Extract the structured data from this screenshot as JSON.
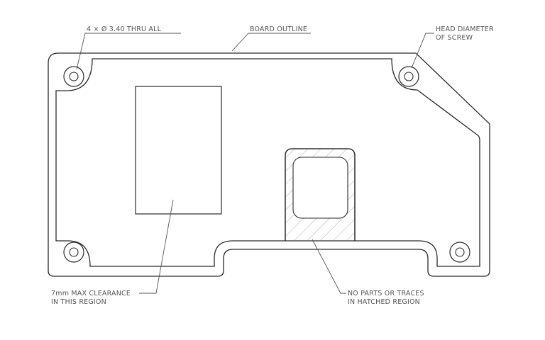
{
  "annotations": {
    "hole_callout": "4 × Ø 3.40 THRU ALL",
    "board_outline": "BOARD OUTLINE",
    "head_diameter_line1": "HEAD DIAMETER",
    "head_diameter_line2": "OF SCREW",
    "clearance_line1": "7mm MAX CLEARANCE",
    "clearance_line2": "IN THIS REGION",
    "no_parts_line1": "NO PARTS OR TRACES",
    "no_parts_line2": "IN HATCHED REGION"
  }
}
